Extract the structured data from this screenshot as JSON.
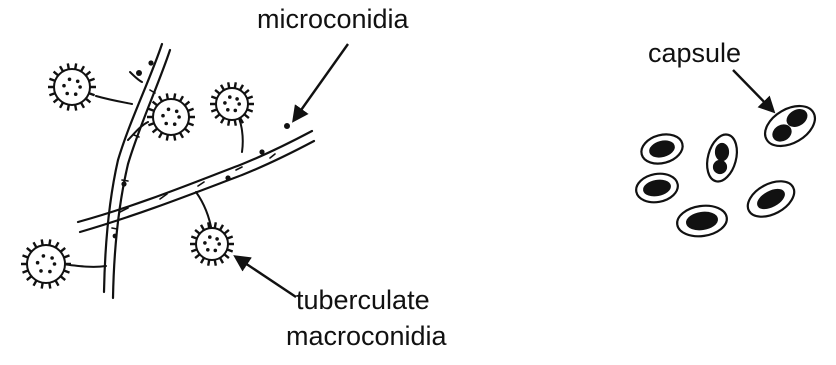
{
  "labels": {
    "microconidia": "microconidia",
    "capsule": "capsule",
    "tuberculate": "tuberculate",
    "macroconidia": "macroconidia"
  },
  "colors": {
    "ink": "#111111",
    "background": "#ffffff"
  }
}
